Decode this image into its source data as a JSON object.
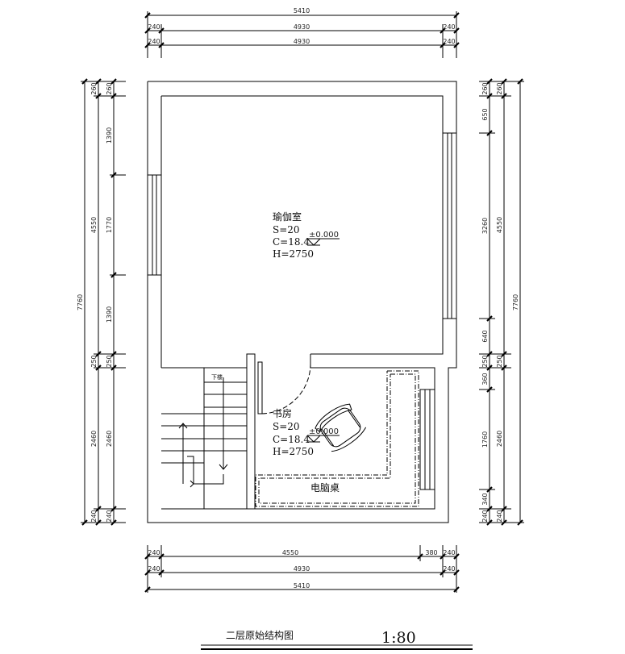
{
  "rooms": {
    "yoga": {
      "name": "瑜伽室",
      "area": "S=20",
      "perimeter": "C=18.4",
      "height": "H=2750",
      "level": "±0.000"
    },
    "study": {
      "name": "书房",
      "area": "S=20",
      "perimeter": "C=18.4",
      "height": "H=2750",
      "level": "±0.000"
    }
  },
  "labels": {
    "desk": "电脑桌",
    "stair": "下楼"
  },
  "dims": {
    "top": {
      "total": "5410",
      "a1": "240",
      "a2": "4930",
      "a3": "240",
      "b1": "240",
      "b2": "4930",
      "b3": "240"
    },
    "bottom": {
      "a1": "240",
      "a2": "4550",
      "a3": "380",
      "a4": "240",
      "b1": "240",
      "b2": "4930",
      "b3": "240",
      "total": "5410"
    },
    "left": {
      "total": "7760",
      "o1": "260",
      "o2": "4550",
      "o3": "250",
      "o4": "2460",
      "o5": "240",
      "i1": "1390",
      "i2": "1770",
      "i3": "1390",
      "i4": "2460",
      "i5": "240",
      "i6": "260",
      "i7": "250"
    },
    "right": {
      "total": "7760",
      "o1": "260",
      "o2": "4550",
      "o3": "250",
      "o4": "2460",
      "o5": "240",
      "i1": "650",
      "i2": "3260",
      "i3": "640",
      "i4": "360",
      "i5": "1760",
      "i6": "340",
      "i7": "240",
      "i8": "260",
      "i9": "250"
    }
  },
  "footer": {
    "title": "二层原始结构图",
    "scale": "1:80"
  }
}
